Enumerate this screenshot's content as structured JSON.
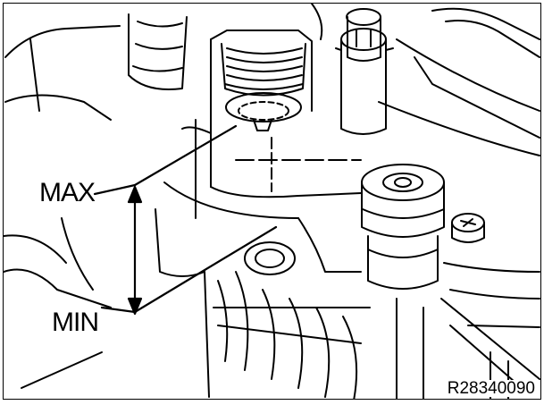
{
  "labels": {
    "max": "MAX",
    "min": "MIN",
    "reference": "R28340090"
  },
  "colors": {
    "line": "#000000",
    "background": "#ffffff"
  }
}
